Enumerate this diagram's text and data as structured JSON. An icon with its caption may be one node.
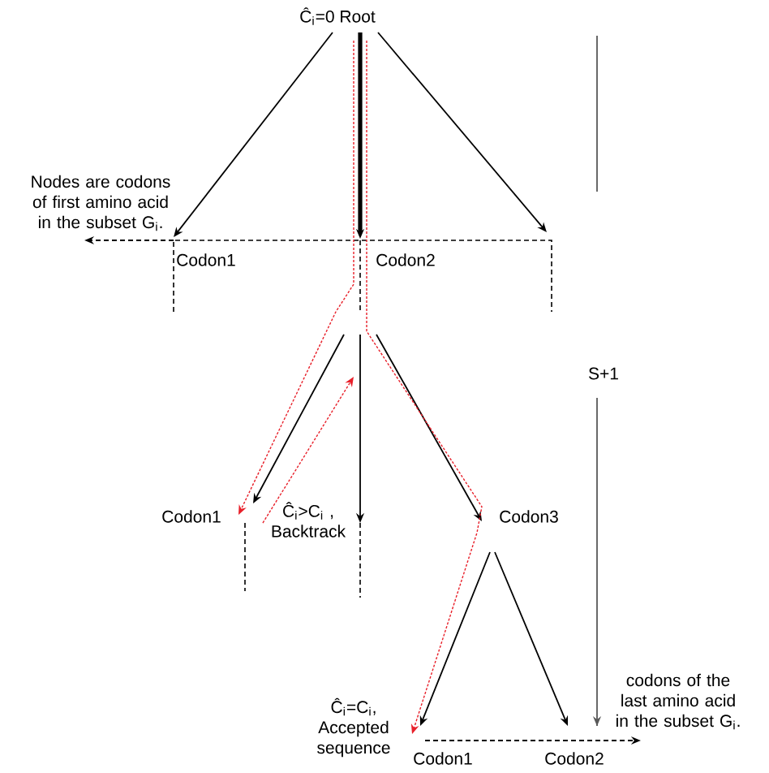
{
  "diagram": {
    "nodes": [
      {
        "text": [
          "Ĉ$_{i}$=0 Root"
        ]
      },
      {
        "text": [
          "Codon1"
        ]
      },
      {
        "text": [
          "Codon2"
        ]
      },
      {
        "text": [
          "Codon1"
        ]
      },
      {
        "text": [
          "Codon3"
        ]
      },
      {
        "text": [
          "Codon1"
        ]
      },
      {
        "text": [
          "Codon2"
        ]
      },
      {
        "text": [
          "Nodes are codons of first amino acid in the subset G$_{i}$."
        ]
      },
      {
        "text": [
          "codons of the last amino acid in the subset G$_{i}$."
        ]
      },
      {
        "text": [
          "Ĉ$_{i}$>C$_{i}$ , Backtrack"
        ]
      },
      {
        "text": [
          "Ĉ$_{i}$=C$_{i}$, Accepted sequence"
        ]
      }
    ],
    "edges": [
      {
        "from": 0,
        "to": 1,
        "arrow": "to"
      },
      {
        "from": 0,
        "to": 2,
        "arrow": "to"
      },
      {
        "from": 0,
        "to": 2,
        "arrow": "to",
        "style": "thick"
      },
      {
        "from": 1,
        "to": 7,
        "arrow": "to",
        "style": "dashed"
      },
      {
        "from": null,
        "to": 3,
        "arrow": "to"
      },
      {
        "from": null,
        "to": 9,
        "arrow": "to"
      },
      {
        "from": null,
        "to": 4,
        "arrow": "to"
      },
      {
        "from": 4,
        "to": 5,
        "arrow": "to"
      },
      {
        "from": 4,
        "to": 6,
        "arrow": "to"
      },
      {
        "from": 5,
        "to": 8,
        "arrow": "to",
        "style": "dashed"
      },
      {
        "from": 0,
        "to": 3,
        "arrow": "to",
        "style": "dashed",
        "color": "#e8202a"
      },
      {
        "from": 9,
        "to": null,
        "arrow": "to",
        "style": "dashed",
        "color": "#e8202a"
      },
      {
        "from": 0,
        "to": 5,
        "arrow": "to",
        "style": "dashed",
        "color": "#e8202a"
      }
    ],
    "labels": [
      "S+1"
    ]
  }
}
